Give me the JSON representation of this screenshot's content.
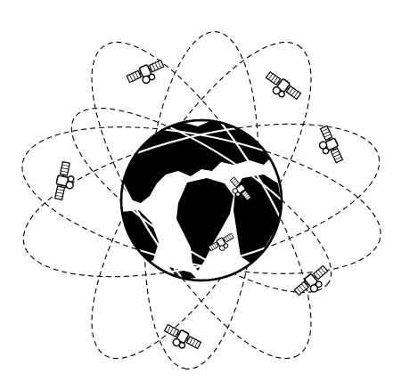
{
  "figure": {
    "subject": "globe-with-orbiting-satellites",
    "satellite_count": 8,
    "orbit_count": 6,
    "colors": {
      "ink": "#000000",
      "background": "#ffffff"
    }
  }
}
